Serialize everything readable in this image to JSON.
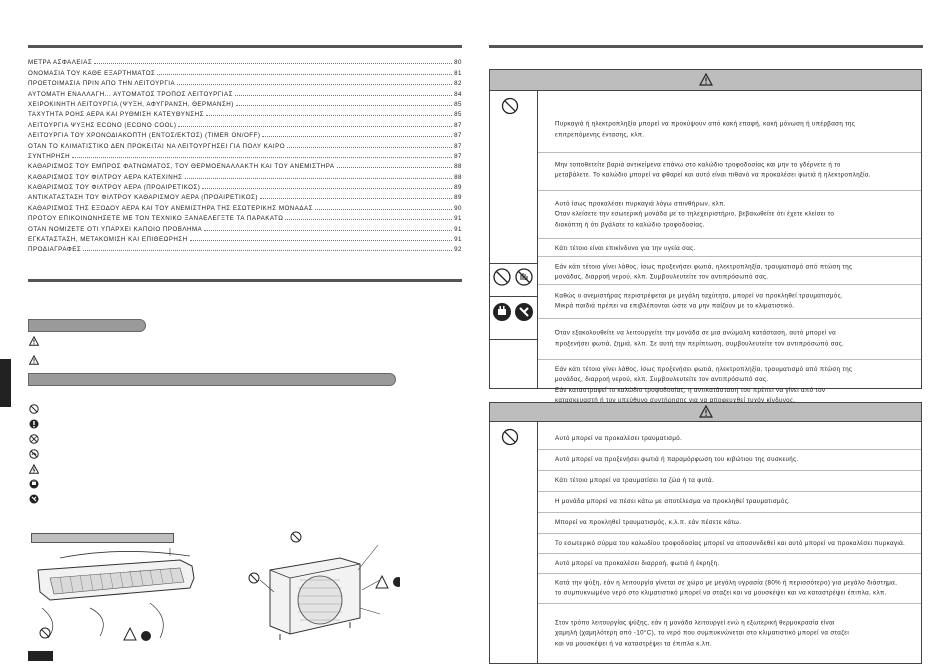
{
  "toc": [
    {
      "title": "ΜΕΤΡΑ ΑΣΦΑΛΕΙΑΣ",
      "page": "80"
    },
    {
      "title": "ΟΝΟΜΑΣΙΑ ΤΟΥ ΚΑΘΕ ΕΞΑΡΤΗΜΑΤΟΣ",
      "page": "81"
    },
    {
      "title": "ΠΡΟΕΤΟΙΜΑΣΙΑ ΠΡΙΝ ΑΠΟ ΤΗΝ ΛΕΙΤΟΥΡΓΙΑ",
      "page": "82"
    },
    {
      "title": "ΑΥΤΟΜΑΤΗ ΕΝΑΛΛΑΓΗ... ΑΥΤΟΜΑΤΟΣ ΤΡΟΠΟΣ ΛΕΙΤΟΥΡΓΙΑΣ",
      "page": "84"
    },
    {
      "title": "ΧΕΙΡΟΚΙΝΗΤΗ ΛΕΙΤΟΥΡΓΙΑ (ΨΥΞΗ, ΑΦΥΓΡΑΝΣΗ, ΘΕΡΜΑΝΣΗ)",
      "page": "85"
    },
    {
      "title": "ΤΑΧΥΤΗΤΑ ΡΟΗΣ ΑΕΡΑ ΚΑΙ ΡΥΘΜΙΣΗ ΚΑΤΕΥΘΥΝΣΗΣ",
      "page": "85"
    },
    {
      "title": "ΛΕΙΤΟΥΡΓΙΑ ΨΥΞΗΣ ECONO (ECONO COOL)",
      "page": "87"
    },
    {
      "title": "ΛΕΙΤΟΥΡΓΙΑ ΤΟΥ ΧΡΟΝΟΔΙΑΚΟΠΤΗ (ΕΝΤΟΣ/ΕΚΤΟΣ) (TIMER ON/OFF)",
      "page": "87"
    },
    {
      "title": "ΟΤΑΝ ΤΟ ΚΛΙΜΑΤΙΣΤΙΚΟ ΔΕΝ ΠΡΟΚΕΙΤΑΙ ΝΑ ΛΕΙΤΟΥΡΓΗΣΕΙ ΓΙΑ ΠΟΛΥ ΚΑΙΡΟ",
      "page": "87"
    },
    {
      "title": "ΣΥΝΤΗΡΗΣΗ",
      "page": "87"
    },
    {
      "title": "ΚΑΘΑΡΙΣΜΟΣ ΤΟΥ ΕΜΠΡΟΣ ΦΑΤΝΩΜΑΤΟΣ, ΤΟΥ ΘΕΡΜΟΕΝΑΛΛΑΚΤΗ ΚΑΙ ΤΟΥ ΑΝΕΜΙΣΤΗΡΑ",
      "page": "88"
    },
    {
      "title": "ΚΑΘΑΡΙΣΜΟΣ ΤΟΥ ΦΙΛΤΡΟΥ ΑΕΡΑ ΚΑΤΕΧΙΝΗΣ",
      "page": "88"
    },
    {
      "title": "ΚΑΘΑΡΙΣΜΟΣ ΤΟΥ ΦΙΛΤΡΟΥ ΑΕΡΑ (ΠΡΟΑΙΡΕΤΙΚΟΣ)",
      "page": "89"
    },
    {
      "title": "ΑΝΤΙΚΑΤΑΣΤΑΣΗ ΤΟΥ ΦΙΛΤΡΟΥ ΚΑΘΑΡΙΣΜΟΥ ΑΕΡΑ (ΠΡΟΑΙΡΕΤΙΚΟΣ)",
      "page": "89"
    },
    {
      "title": "ΚΑΘΑΡΙΣΜΟΣ ΤΗΣ ΕΞΟΔΟΥ ΑΕΡΑ ΚΑΙ ΤΟΥ ΑΝΕΜΙΣΤΗΡΑ ΤΗΣ ΕΣΩΤΕΡΙΚΗΣ ΜΟΝΑΔΑΣ",
      "page": "90"
    },
    {
      "title": "ΠΡΟΤΟΥ ΕΠΙΚΟΙΝΩΝΗΣΕΤΕ ΜΕ ΤΟΝ ΤΕΧΝΙΚΟ ΞΑΝΑΕΛΕΓΞΤΕ ΤΑ ΠΑΡΑΚΑΤΩ",
      "page": "91"
    },
    {
      "title": "ΟΤΑΝ ΝΟΜΙΖΕΤΕ ΟΤΙ ΥΠΑΡΧΕΙ ΚΑΠΟΙΟ ΠΡΟΒΛΗΜΑ",
      "page": "91"
    },
    {
      "title": "ΕΓΚΑΤΑΣΤΑΣΗ, ΜΕΤΑΚΟΜΙΣΗ ΚΑΙ ΕΠΙΘΕΩΡΗΣΗ",
      "page": "91"
    },
    {
      "title": "ΠΡΟΔΙΑΓΡΑΦΕΣ",
      "page": "92"
    }
  ],
  "warning_rows": [
    {
      "lines": [
        "Πυρκαγιά ή ηλεκτροπληξία μπορεί να προκύψουν από κακή επαφή, κακή μόνωση ή υπέρβαση της",
        "επιτρεπόμενης έντασης, κλπ."
      ]
    },
    {
      "lines": [
        "Μην τοποθετείτε βαριά αντικείμενα επάνω στο καλώδιο τροφοδοσίας και μην το γδέρνετε ή το",
        "μεταβάλετε. Το καλώδιο μπορεί να φθαρεί και αυτό είναι πιθανό να προκαλέσει φωτιά ή ηλεκτροπληξία."
      ]
    },
    {
      "lines": [
        "Αυτό ίσως προκαλέσει πυρκαγιά λόγω σπινθήρων, κλπ.",
        "Όταν κλείσετε την εσωτερική μονάδα με το τηλεχειριστήριο, βεβαιωθείτε ότι έχετε κλείσει το",
        "διακόπτη ή ότι βγάλατε το καλώδιο τροφοδοσίας."
      ]
    },
    {
      "lines": [
        "Κάτι τέτοιο είναι επικίνδυνο για την υγεία σας."
      ]
    },
    {
      "lines": [
        "Εάν κάτι τέτοιο γίνει λάθος, ίσως προξενήσει φωτιά, ηλεκτροπληξία, τραυματισμό από πτώση της",
        "μονάδας, διαρροή νερού, κλπ. Συμβουλευτείτε τον αντιπρόσωπό σας."
      ]
    },
    {
      "lines": [
        "Καθώς ο ανεμιστήρας περιστρέφεται με μεγάλη ταχύτητα, μπορεί να προκληθεί τραυματισμός.",
        "Μικρά παιδιά πρέπει να επιβλέπονται ώστε να μην παίζουν με το κλιματιστικό."
      ]
    },
    {
      "lines": [
        "Όταν εξακολουθείτε να λειτουργείτε την μονάδα σε μια ανώμαλη κατάσταση, αυτό μπορεί να",
        "προξενήσει φωτιά, ζημιά, κλπ. Σε αυτή την περίπτωση, συμβουλευτείτε τον αντιπρόσωπό σας."
      ]
    },
    {
      "lines": [
        "Εάν κάτι τέτοιο γίνει λάθος, ίσως προξενήσει φωτιά, ηλεκτροπληξία, τραυματισμό από πτώση της",
        "μονάδας, διαρροή νερού, κλπ. Συμβουλευτείτε τον αντιπρόσωπό σας.",
        "Εάν καταστραφεί το καλώδιο τροφοδοσίας, η αντικατάσταση του πρέπει να γίνει από τον",
        "κατασκευαστή ή τον υπεύθυνο συντήρησης για να αποφευχθεί τυχόν κίνδυνος."
      ]
    }
  ],
  "caution_rows": [
    {
      "lines": [
        "Αυτό μπορεί να προκαλέσει τραυματισμό."
      ]
    },
    {
      "lines": [
        "Αυτό μπορεί να προξενήσει φωτιά ή παραμόρφωση του κιβώτιου της συσκευής."
      ]
    },
    {
      "lines": [
        "Κάτι τέτοιο μπορεί να τραυματίσει τα ζώα ή τα φυτά."
      ]
    },
    {
      "lines": [
        "Η μονάδα μπορεί να πέσει κάτω με αποτέλεσμα να προκληθεί τραυματισμός."
      ]
    },
    {
      "lines": [
        "Μπορεί να προκληθεί τραυματισμός, κ.λ.π. εάν πέσετε κάτω."
      ]
    },
    {
      "lines": [
        "Το εσωτερικό σύρμα του καλωδίου τροφοδοσίας μπορεί να αποσυνδεθεί και αυτό μπορεί να προκαλέσει πυρκαγιά."
      ]
    },
    {
      "lines": [
        "Αυτό μπορεί να προκαλέσει διαρροή, φωτιά ή έκρηξη."
      ]
    },
    {
      "lines": [
        "Κατά την ψύξη, εάν η λειτουργία γίνεται σε χώρο με μεγάλη υγρασία (80% ή περισσότερο) για μεγάλο διάστημα,",
        "το συμπυκνωμένο νερό στο κλιματιστικό μπορεί να σταζει και να μουσκέψει και να καταστρέψει έπιπλα, κλπ."
      ]
    },
    {
      "lines": [
        "Στον τρόπο λειτουργίας ψύξης, εάν η μονάδα λειτουργεί ενώ η εξωτερική θερμοκρασία είναι",
        "χαμηλή (χαμηλότερη από -10°C), το νερό που συμπυκνώνεται στο κλιματιστικό μπορεί να σταζει",
        "και να μουσκέψει ή να καταστρέψει τα έπιπλα κ.λπ."
      ]
    }
  ],
  "icons": {
    "prohibited": "prohibited-icon",
    "warning": "warning-triangle-icon",
    "caution_title": "caution-triangle-icon"
  }
}
